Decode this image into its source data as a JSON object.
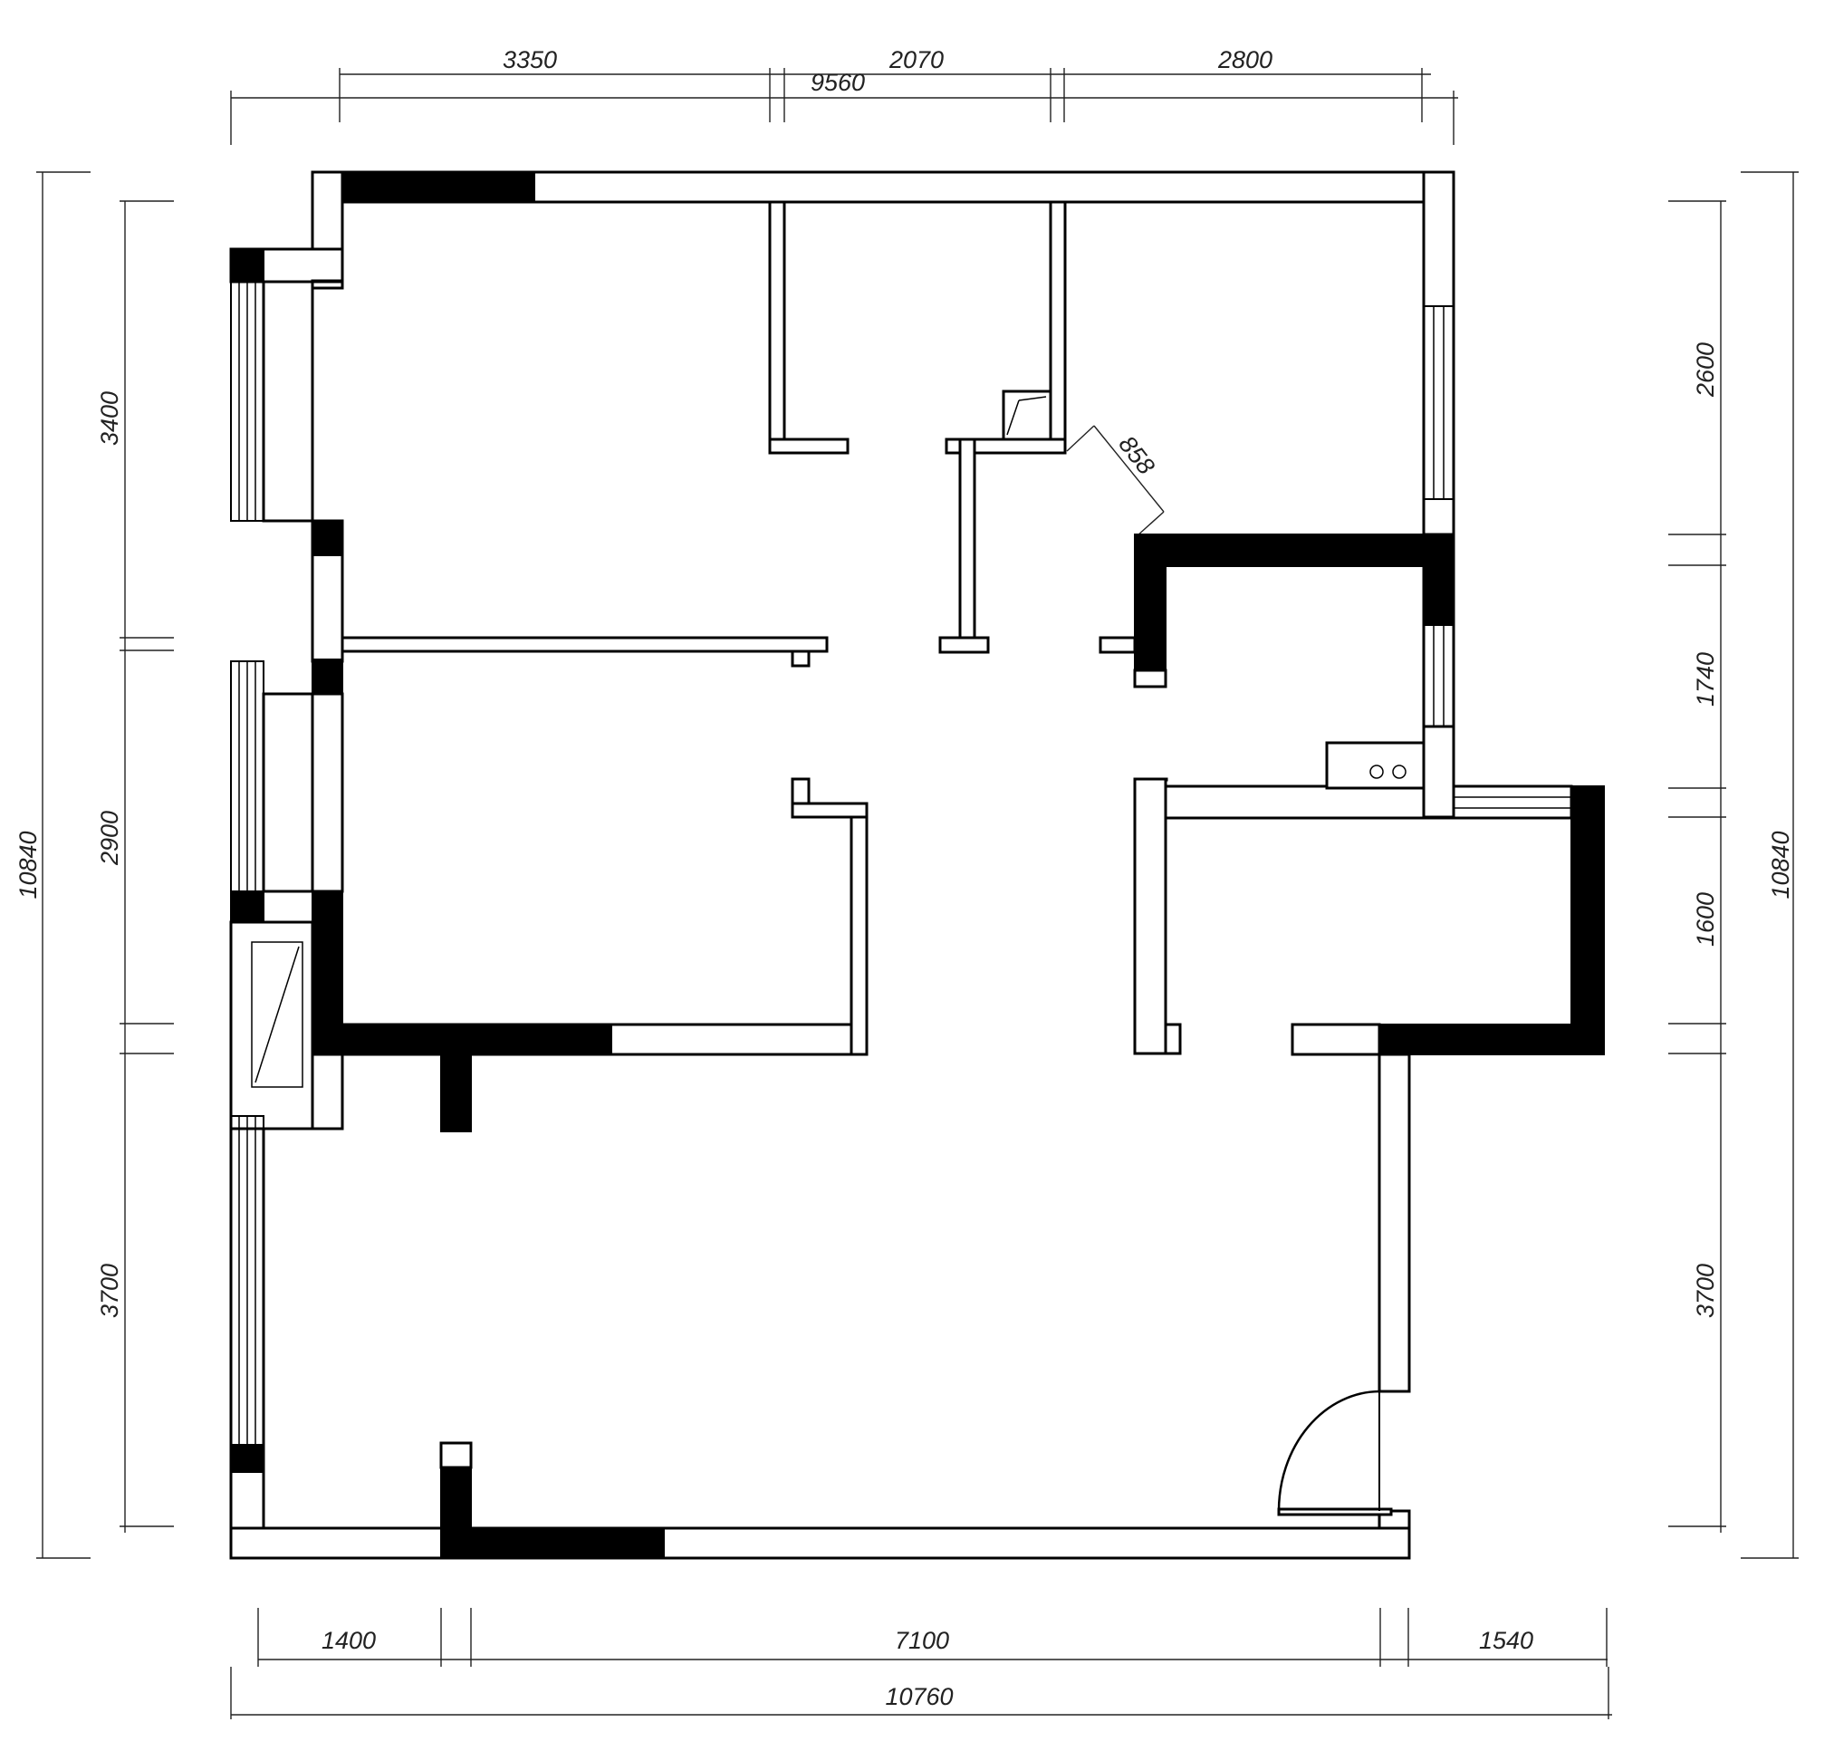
{
  "dimensions": {
    "top_upper": [
      "3350",
      "2070",
      "2800"
    ],
    "top_lower": "9560",
    "bottom_upper": [
      "1400",
      "7100",
      "1540"
    ],
    "bottom_lower": "10760",
    "left_outer": "10840",
    "left_inner": [
      "3400",
      "2900",
      "3700"
    ],
    "right_outer": "10840",
    "right_inner": [
      "2600",
      "1740",
      "1600",
      "3700"
    ],
    "diagonal": "858"
  },
  "colors": {
    "line": "#000000",
    "background": "#ffffff"
  }
}
